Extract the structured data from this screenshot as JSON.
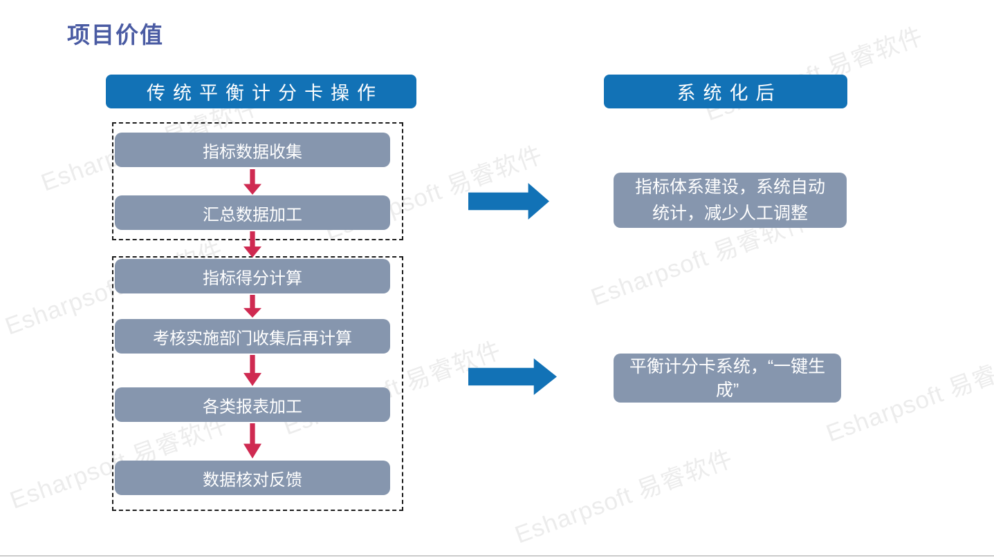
{
  "title": "项目价值",
  "watermark": "Esharpsoft 易睿软件",
  "left_panel": {
    "header": "传统平衡计分卡操作",
    "group1": [
      "指标数据收集",
      "汇总数据加工"
    ],
    "group2": [
      "指标得分计算",
      "考核实施部门收集后再计算",
      "各类报表加工",
      "数据核对反馈"
    ]
  },
  "right_panel": {
    "header": "系统化后",
    "result1": "指标体系建设，系统自动统计，减少人工调整",
    "result2": "平衡计分卡系统，“一键生成”"
  },
  "colors": {
    "title_text": "#4a5ba3",
    "header_bar": "#1272b6",
    "step_box": "#8696ae",
    "step_text": "#ffffff",
    "down_arrow": "#cf2a51",
    "right_arrow": "#1272b6",
    "dashed_frame": "#1a1a1a",
    "watermark": "#ececec"
  }
}
